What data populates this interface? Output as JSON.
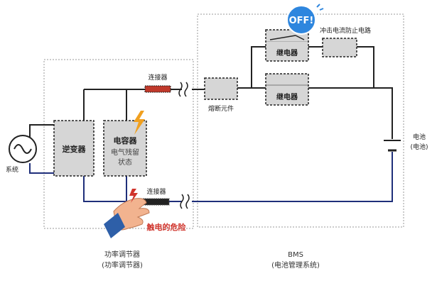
{
  "system_label": "系统",
  "inverter_label": "逆变器",
  "capacitor": {
    "title": "电容器",
    "note_line1": "电气残留",
    "note_line2": "状态"
  },
  "connector_top_label": "连接器",
  "connector_bottom_label": "连接器",
  "fuse_label": "熔断元件",
  "relay_top_label": "继电器",
  "relay_bottom_label": "继电器",
  "inrush_label": "冲击电流防止电路",
  "off_badge": "OFF!",
  "battery_label_line1": "电池",
  "battery_label_line2": "(电池)",
  "danger_label": "触电的危险",
  "pcs_caption_line1": "功率调节器",
  "pcs_caption_line2": "(功率调节器)",
  "bms_caption_line1": "BMS",
  "bms_caption_line2": "(电池管理系统)",
  "colors": {
    "wire_top": "#222222",
    "wire_bottom": "#1f2f7a",
    "box_fill": "#d6d6d6",
    "connector_red": "#c0392b",
    "danger_red": "#d0342c",
    "off_badge": "#2e86de",
    "lightning": "#f0a020"
  },
  "icons": [
    "ac-source-icon",
    "lightning-icon",
    "hand-icon",
    "spark-icon",
    "battery-icon",
    "off-badge-icon"
  ]
}
